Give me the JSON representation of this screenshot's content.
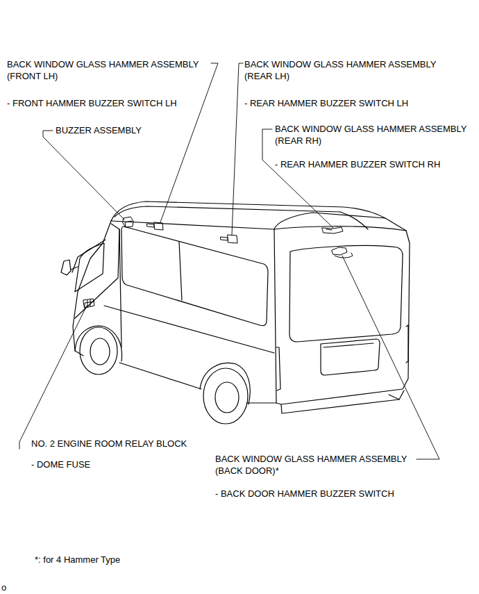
{
  "diagram": {
    "labels": [
      "BACK WINDOW GLASS HAMMER ASSEMBLY (FRONT LH)",
      "- FRONT HAMMER BUZZER SWITCH LH",
      "BUZZER ASSEMBLY",
      "BACK WINDOW GLASS HAMMER ASSEMBLY (REAR LH)",
      "- REAR HAMMER BUZZER SWITCH LH",
      "BACK WINDOW GLASS HAMMER ASSEMBLY (REAR RH)",
      "- REAR HAMMER BUZZER SWITCH RH",
      "NO. 2 ENGINE ROOM RELAY BLOCK",
      "- DOME FUSE",
      "BACK WINDOW GLASS HAMMER ASSEMBLY (BACK DOOR)*",
      "- BACK DOOR HAMMER BUZZER SWITCH",
      "*: for 4 Hammer Type",
      "o"
    ]
  }
}
